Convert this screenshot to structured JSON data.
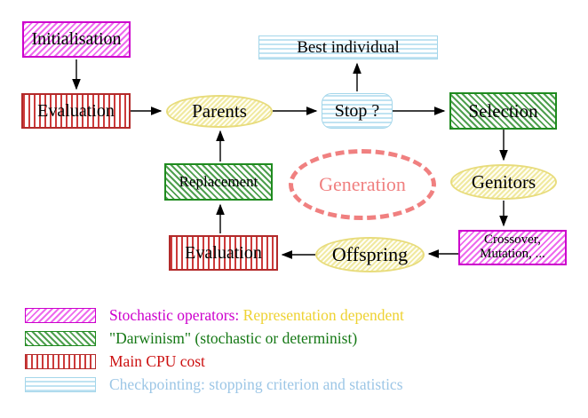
{
  "nodes": {
    "initialisation": {
      "label": "Initialisation",
      "style": "magenta-diagonal-hatch"
    },
    "evaluation_top": {
      "label": "Evaluation",
      "style": "red-vertical-stripes"
    },
    "parents": {
      "label": "Parents",
      "style": "yellow-diagonal-hatch-ellipse"
    },
    "best_individual": {
      "label": "Best individual",
      "style": "cyan-horizontal-stripes"
    },
    "stop": {
      "label": "Stop ?",
      "style": "cyan-horizontal-stripes-rounded"
    },
    "selection": {
      "label": "Selection",
      "style": "green-diagonal-hatch"
    },
    "replacement": {
      "label": "Replacement",
      "style": "green-diagonal-hatch"
    },
    "generation": {
      "label": "Generation",
      "style": "dashed-coral-ellipse"
    },
    "genitors": {
      "label": "Genitors",
      "style": "yellow-diagonal-hatch-ellipse"
    },
    "evaluation_bottom": {
      "label": "Evaluation",
      "style": "red-vertical-stripes"
    },
    "offspring": {
      "label": "Offspring",
      "style": "yellow-diagonal-hatch-ellipse"
    },
    "crossover": {
      "label_line1": "Crossover,",
      "label_line2": "Mutation, ...",
      "style": "magenta-diagonal-hatch"
    }
  },
  "edges": [
    {
      "from": "initialisation",
      "to": "evaluation_top"
    },
    {
      "from": "evaluation_top",
      "to": "parents"
    },
    {
      "from": "parents",
      "to": "stop"
    },
    {
      "from": "stop",
      "to": "best_individual"
    },
    {
      "from": "stop",
      "to": "selection"
    },
    {
      "from": "selection",
      "to": "genitors"
    },
    {
      "from": "genitors",
      "to": "crossover"
    },
    {
      "from": "crossover",
      "to": "offspring"
    },
    {
      "from": "offspring",
      "to": "evaluation_bottom"
    },
    {
      "from": "evaluation_bottom",
      "to": "replacement"
    },
    {
      "from": "replacement",
      "to": "parents"
    }
  ],
  "legend": [
    {
      "swatch": "magenta-diagonal-hatch",
      "label": "Stochastic operators:",
      "label_color": "#cc00cc",
      "label2": "Representation dependent",
      "label2_color": "#eed232"
    },
    {
      "swatch": "green-diagonal-hatch",
      "label": "\"Darwinism\" (stochastic or determinist)",
      "label_color": "#157815"
    },
    {
      "swatch": "red-vertical-stripes",
      "label": "Main CPU cost",
      "label_color": "#cc1111"
    },
    {
      "swatch": "cyan-horizontal-stripes",
      "label": "Checkpointing: stopping criterion and statistics",
      "label_color": "#9cc6e6"
    }
  ],
  "colors": {
    "magenta_border": "#cc00cc",
    "red_border": "#b22a2a",
    "green_border": "#1f8b1f",
    "yellow_border": "#e8dc7c",
    "cyan_border": "#a4d6ea",
    "generation_dash": "#f08080",
    "arrow": "#000000"
  }
}
